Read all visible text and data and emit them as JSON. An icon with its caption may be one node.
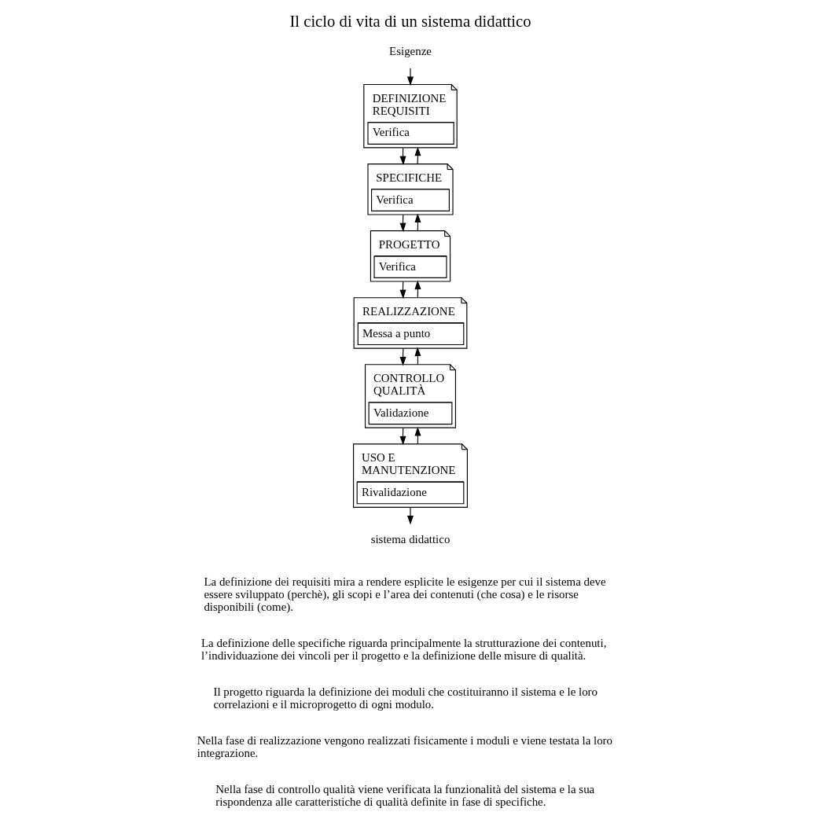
{
  "diagram": {
    "title": "Il ciclo di vita di un sistema didattico",
    "nodes": [
      {
        "text": [
          "DEFINIZIONE REQUISITI",
          "Verifica"
        ]
      },
      {
        "text": [
          "SPECIFICHE",
          "Verifica"
        ]
      },
      {
        "text": [
          "PROGETTO",
          "Verifica"
        ]
      },
      {
        "text": [
          "REALIZZAZIONE",
          "Messa a punto"
        ]
      },
      {
        "text": [
          "CONTROLLO QUALITÀ",
          "Validazione"
        ]
      },
      {
        "text": [
          "USO E MANUTENZIONE",
          "Rivalidazione"
        ]
      },
      {
        "text": [
          "Esigenze"
        ]
      },
      {
        "text": [
          "sistema didattico"
        ]
      }
    ],
    "edges": [
      {
        "from": 6,
        "to": 0,
        "arrow": "to"
      },
      {
        "from": 0,
        "to": 1,
        "arrow": "to"
      },
      {
        "from": 1,
        "to": 0,
        "arrow": "to"
      },
      {
        "from": 1,
        "to": 2,
        "arrow": "to"
      },
      {
        "from": 2,
        "to": 1,
        "arrow": "to"
      },
      {
        "from": 2,
        "to": 3,
        "arrow": "to"
      },
      {
        "from": 3,
        "to": 2,
        "arrow": "to"
      },
      {
        "from": 3,
        "to": 4,
        "arrow": "to"
      },
      {
        "from": 4,
        "to": 3,
        "arrow": "to"
      },
      {
        "from": 4,
        "to": 5,
        "arrow": "to"
      },
      {
        "from": 5,
        "to": 4,
        "arrow": "to"
      },
      {
        "from": 5,
        "to": 7,
        "arrow": "to"
      }
    ],
    "labels": [
      "La definizione dei requisiti mira a rendere esplicite le esigenze per cui il sistema deve essere sviluppato (perchè), gli scopi e l’area dei contenuti (che cosa) e le risorse disponibili (come).",
      "La definizione delle specifiche riguarda principalmente la strutturazione dei contenuti, l’individuazione dei vincoli per il progetto e la definizione delle misure di qualità.",
      "Il progetto riguarda la definizione dei moduli che costituiranno il sistema e le loro correlazioni e il microprogetto di ogni modulo.",
      "Nella fase di realizzazione vengono realizzati fisicamente i moduli e viene testata la loro integrazione.",
      "Nella fase di controllo qualità viene verificata la funzionalità del sistema e la sua rispondenza alle caratteristiche di qualità definite in fase di specifiche."
    ]
  }
}
